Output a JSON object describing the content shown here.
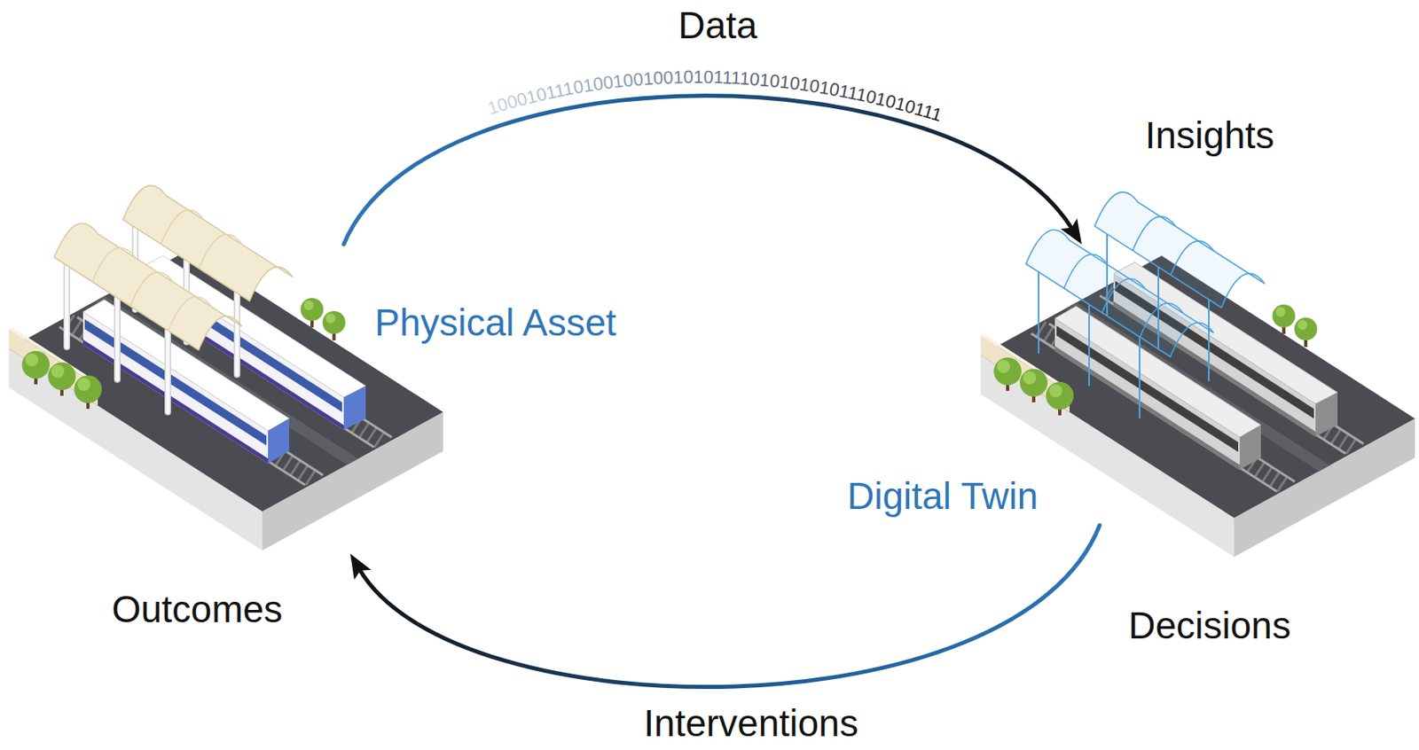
{
  "diagram": {
    "nodes": [
      {
        "text": [
          "Physical Asset"
        ]
      },
      {
        "text": [
          "Digital Twin"
        ]
      }
    ],
    "edges": [
      {
        "from": 0,
        "to": 1,
        "arrow": "to",
        "label": "Data"
      },
      {
        "from": 1,
        "to": 0,
        "arrow": "to",
        "label": "Interventions"
      }
    ],
    "labels": [
      "10001011101001001001010111101010101011101010111",
      "Insights",
      "Decisions",
      "Outcomes"
    ]
  }
}
